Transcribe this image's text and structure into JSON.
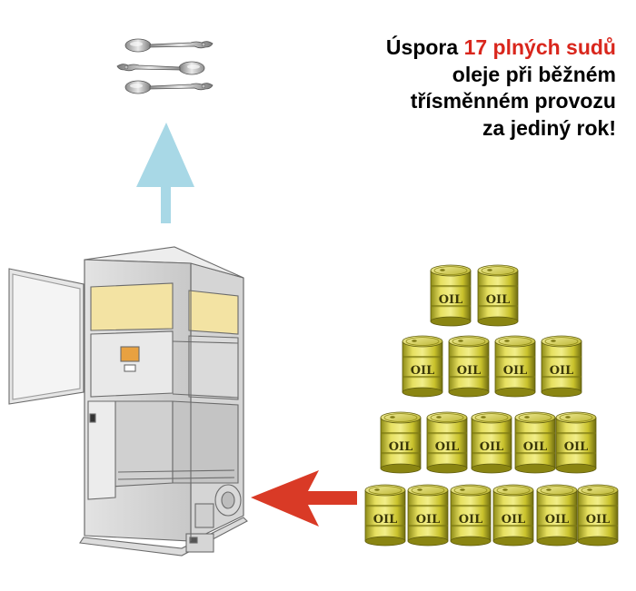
{
  "headline": {
    "line1_prefix": "Úspora ",
    "line1_highlight": "17 plných sudů",
    "line2": "oleje při běžném",
    "line3": "třísměnném provozu",
    "line4": "za jediný rok!"
  },
  "barrel": {
    "label": "OIL",
    "rows": [
      2,
      4,
      5,
      6
    ]
  },
  "colors": {
    "accent_red": "#d9261c",
    "arrow_blue": "#a8d8e6",
    "arrow_red": "#d93a26",
    "barrel_yellow": "#d8d23a",
    "filter_yellow": "#f3e3a3"
  },
  "icons": {
    "top": "spoons-icon",
    "up_arrow": "up-arrow-icon",
    "left_arrow": "left-arrow-icon",
    "machine": "filtration-machine-icon",
    "barrel": "oil-barrel-icon"
  }
}
